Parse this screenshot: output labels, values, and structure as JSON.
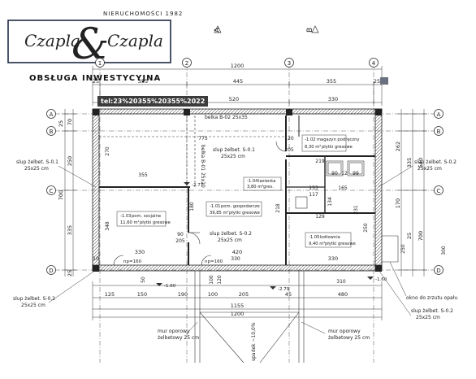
{
  "logo": {
    "since": "NIERUCHOMOŚCI 1982",
    "name_left": "Czapla",
    "amp": "&",
    "name_right": "Czapla"
  },
  "subtitle": "OBSŁUGA INWESTYCYJNA",
  "tel_tag": "tel:23%20355%20355%2022",
  "section_marks": [
    "A",
    "B"
  ],
  "axes": {
    "columns": [
      "1",
      "2",
      "3",
      "4"
    ],
    "rows": [
      "A",
      "B",
      "C",
      "D"
    ]
  },
  "dims_top": {
    "total": "1200",
    "left_margin": "25",
    "segs": [
      "355",
      "445",
      "355"
    ],
    "right_margin": "25"
  },
  "dims_row2": [
    "330",
    "520",
    "330"
  ],
  "dims_left": [
    "70",
    "250",
    "335",
    "25"
  ],
  "dims_left_outer": [
    "25",
    "700"
  ],
  "dims_right": [
    "262",
    "170",
    "335",
    "25"
  ],
  "dims_right_outer": [
    "540",
    "700",
    "25"
  ],
  "dims_bottom_inner": [
    "330",
    "420",
    "330"
  ],
  "dims_bottom_chain": [
    "125",
    "150",
    "190",
    "100",
    "205",
    "45",
    "480"
  ],
  "dims_bottom_total": [
    "1155",
    "1200"
  ],
  "dims_misc": [
    "775",
    "120",
    "205",
    "355",
    "270",
    "348",
    "180",
    "218",
    "153",
    "117",
    "165",
    "12",
    "90",
    "219",
    "99",
    "129",
    "134",
    "231",
    "90",
    "205",
    "100",
    "120",
    "50",
    "300",
    "250",
    "10",
    "310",
    "250",
    "330"
  ],
  "labels": {
    "beam_top": "belka B-02 25x35",
    "beam_vert": "belka B-01 25x20",
    "col_s01_inner": "slup żelbet. S-0.1",
    "col_s01_inner_dim": "25x25 cm",
    "col_s02_inner": "slup żelbet. S-0.2",
    "col_s02_inner_dim": "25x25 cm",
    "left_s01": "slup żelbet. S-0.1",
    "left_s01_dim": "25x25 cm",
    "right_s02a": "slup żelbet. S-0.2",
    "right_s02a_dim": "25x25 cm",
    "left_s02": "slup żelbet. S-0.2",
    "left_s02_dim": "25x25 cm",
    "right_s02b": "slup żelbet. S-0.2",
    "right_s02b_dim": "25x25 cm",
    "window": "okno do zrzutu opału",
    "wall_left": "mur oporowy",
    "wall_left2": "żelbetowy 25 cm",
    "wall_right": "mur oporowy",
    "wall_right2": "żelbetowy 25 cm",
    "slope": "spadek ~10,0%"
  },
  "rooms": [
    {
      "code": "-1.02",
      "name": "magazyn podręczny",
      "area": "8,30 m²",
      "finish": "płytki gresowe"
    },
    {
      "code": "-1.04",
      "name": "łazienka",
      "area": "3,80 m²",
      "finish": "gres."
    },
    {
      "code": "-1.01",
      "name": "pom. gospodarcze",
      "area": "39,85 m²",
      "finish": "płytki gresowe"
    },
    {
      "code": "-1.03",
      "name": "pom. socjalne",
      "area": "11,60 m²",
      "finish": "płytki gresowe"
    },
    {
      "code": "-1.05",
      "name": "kotłownia",
      "area": "9,40 m²",
      "finish": "płytki gresowe"
    }
  ],
  "levels": [
    "-2.77",
    "-1.60",
    "-2.79",
    "-1.60"
  ],
  "door_marks": [
    "np=160",
    "np=160"
  ]
}
